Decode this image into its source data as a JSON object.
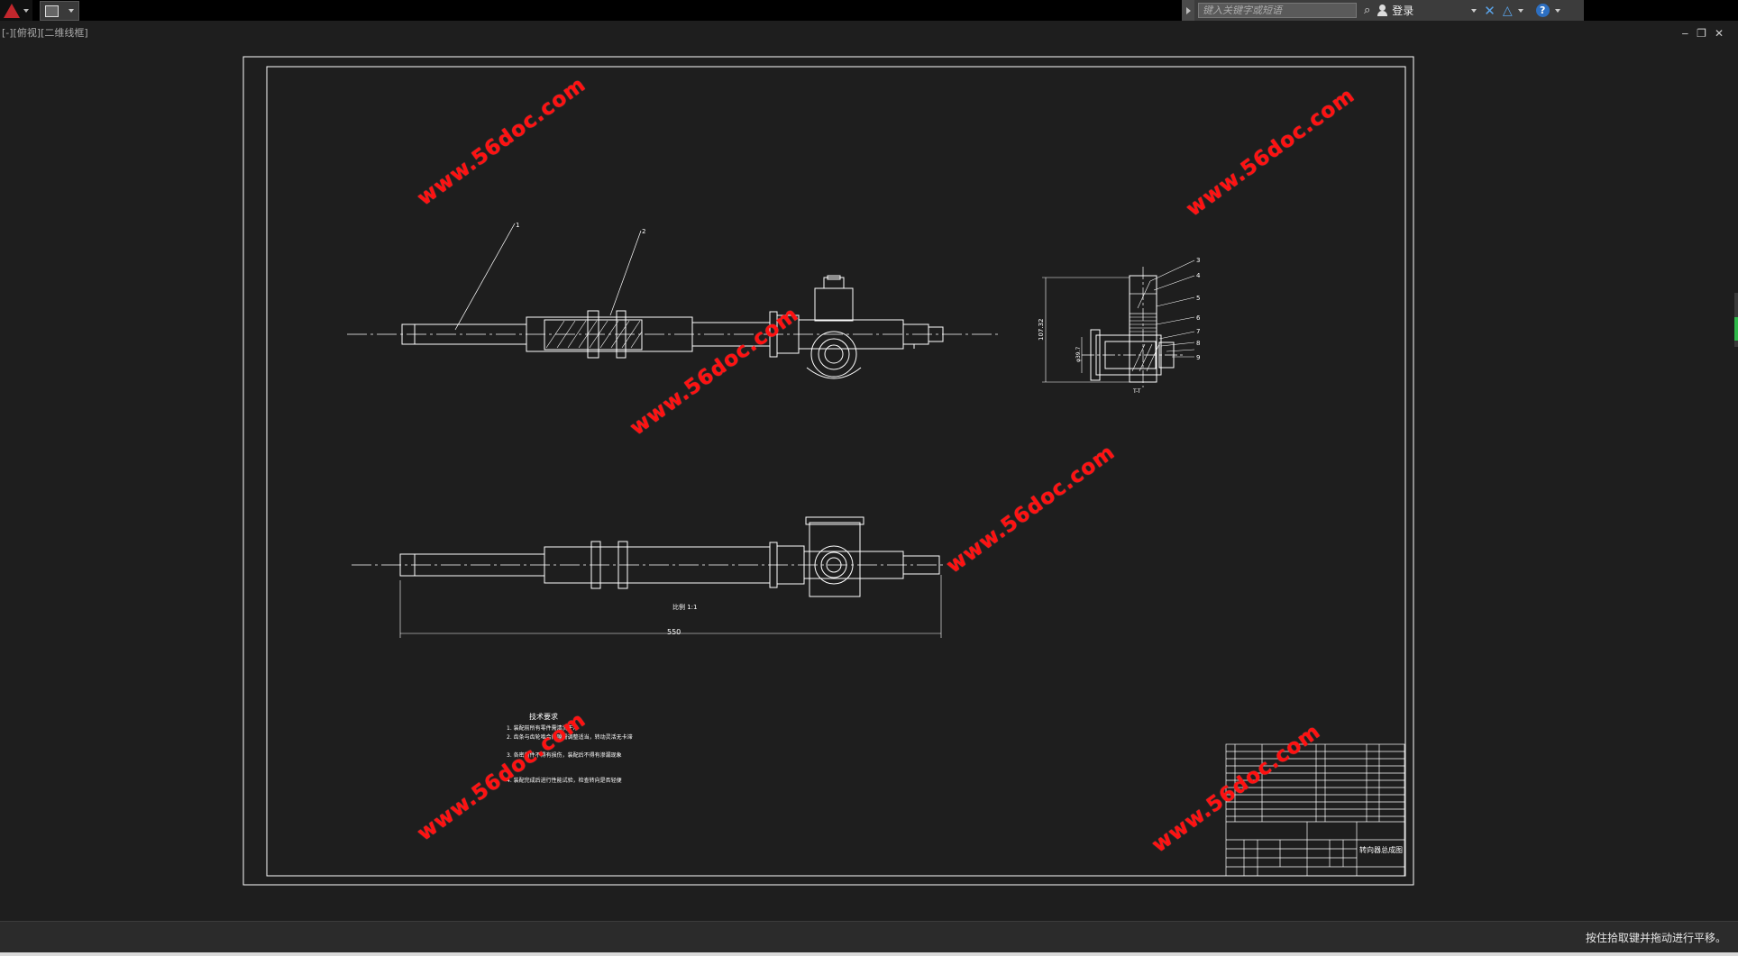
{
  "topbar": {
    "search_placeholder": "键入关键字或短语",
    "login_label": "登录"
  },
  "viewport": {
    "label": "[-][俯视][二维线框]"
  },
  "window_controls": {
    "minimize": "‒",
    "restore": "❐",
    "close": "✕"
  },
  "drawing": {
    "balloons": [
      "1",
      "2",
      "3",
      "4",
      "5",
      "6",
      "7",
      "8",
      "9"
    ],
    "dim_overall": "550",
    "dim_side_height": "107.32",
    "dim_side_dia": "φ39.7",
    "side_view_label": "T-T",
    "scale_note": "比例 1:1",
    "tech_title": "技术要求",
    "tech_notes": [
      "1. 装配前所有零件需清洗干净",
      "2. 齿条与齿轮啮合间隙需调整适当，转动灵活无卡滞",
      "3. 各密封件不得有损伤，装配后不得有渗漏现象",
      "4. 装配完成后进行性能试验，检查转向是否轻便"
    ],
    "title_block_name": "转向器总成图"
  },
  "watermark_text": "www.56doc.com",
  "status": {
    "message": "按住拾取键并拖动进行平移。"
  },
  "colors": {
    "canvas": "#1e1e1e",
    "line": "#ffffff",
    "watermark": "#ff1111"
  }
}
